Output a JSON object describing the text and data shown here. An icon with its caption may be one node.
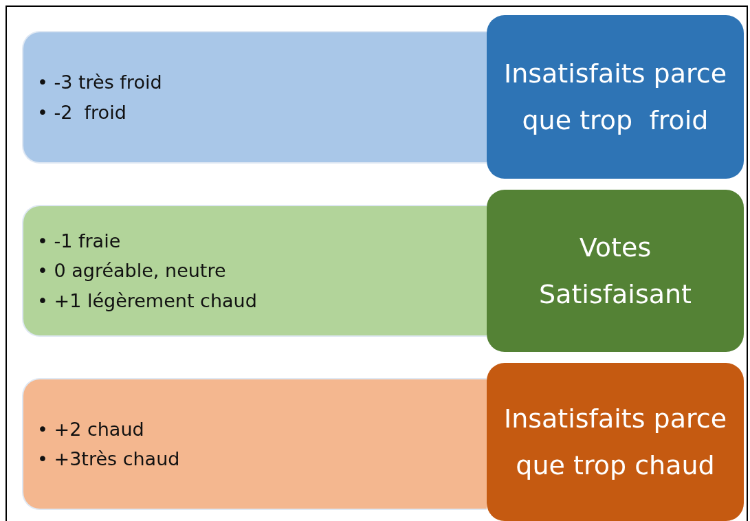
{
  "diagram": {
    "nodes": [
      {
        "text": [
          "• -3 très froid",
          "• -2  froid"
        ]
      },
      {
        "text": [
          "Insatisfaits parce que trop  froid"
        ]
      },
      {
        "text": [
          "• -1 fraie",
          "• 0 agréable, neutre",
          "• +1 légèrement chaud"
        ]
      },
      {
        "text": [
          "Votes Satisfaisant"
        ]
      },
      {
        "text": [
          "• +2 chaud",
          "• +3très chaud"
        ]
      },
      {
        "text": [
          "Insatisfaits parce que trop chaud"
        ]
      }
    ]
  }
}
